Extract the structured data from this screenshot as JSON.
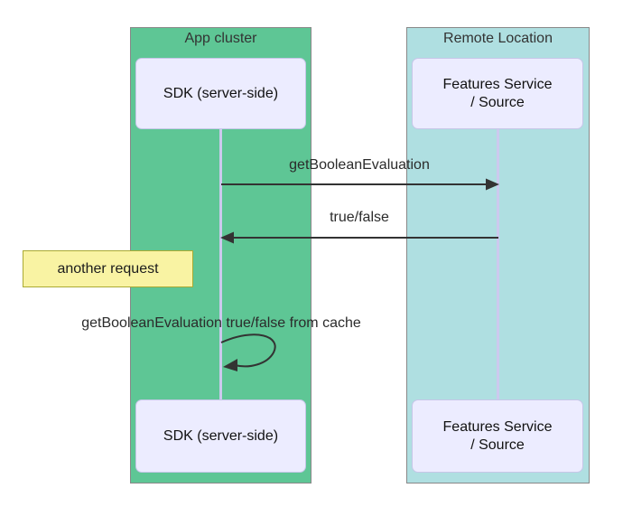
{
  "diagram": {
    "type": "sequence-diagram",
    "frames": {
      "app_cluster": {
        "title": "App cluster",
        "fill": "#5EC695"
      },
      "remote_location": {
        "title": "Remote Location",
        "fill": "#AFDFE1"
      }
    },
    "actors": {
      "sdk": {
        "label": "SDK (server-side)"
      },
      "features": {
        "label_line1": "Features Service",
        "label_line2": "/ Source"
      }
    },
    "messages": [
      {
        "label": "getBooleanEvaluation",
        "from": "sdk",
        "to": "features",
        "kind": "solid-arrow-right"
      },
      {
        "label": "true/false",
        "from": "features",
        "to": "sdk",
        "kind": "solid-arrow-left"
      },
      {
        "label": "getBooleanEvaluation true/false from cache",
        "from": "sdk",
        "to": "sdk",
        "kind": "self-loop"
      }
    ],
    "note": {
      "label": "another request",
      "fill": "#F9F3A3",
      "border": "#AAAA33"
    },
    "colors": {
      "actor_fill": "#ECECFF",
      "actor_border": "#C6C6E8",
      "frame_border": "#888888",
      "lifeline": "#CCC9EE",
      "arrow": "#333333",
      "text": "#222222"
    }
  }
}
